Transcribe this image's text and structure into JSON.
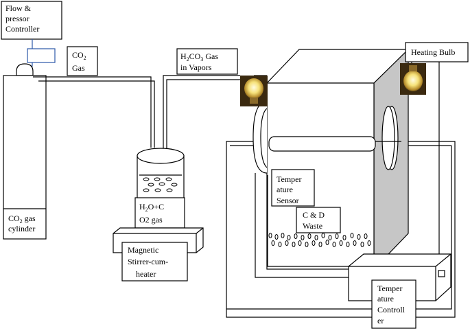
{
  "labels": {
    "flow_controller": [
      "Flow &",
      "pressor",
      "Controller"
    ],
    "co2_gas": {
      "main": "CO",
      "sub": "2",
      "line2": "Gas"
    },
    "h2co3_gas": {
      "a": "H",
      "a_sub": "2",
      "b": "CO",
      "b_sub": "3",
      "c": " Gas",
      "line2": "in Vapors"
    },
    "heating_bulb": "Heating Bulb",
    "cylinder": {
      "main": "CO",
      "sub": "2",
      "rest": " gas",
      "line2": "cylinder"
    },
    "flask": {
      "a": "H",
      "a_sub": "2",
      "b": "O+C",
      "line2": "O2 gas"
    },
    "stirrer": [
      "Magnetic",
      "Stirrer-cum-",
      "heater"
    ],
    "sensor": [
      "Temper",
      "ature",
      "Sensor"
    ],
    "waste": [
      "C & D",
      "Waste"
    ],
    "temp_controller": [
      "Temper",
      "ature",
      "Controll",
      "er"
    ]
  },
  "icons": {
    "bulb": "light-bulb-icon",
    "bubbles": "bubbles-icon"
  },
  "colors": {
    "panel_gray": "#c6c6c6",
    "bulb_glow": "#f6e27a",
    "bulb_bg": "#3b2a10"
  }
}
